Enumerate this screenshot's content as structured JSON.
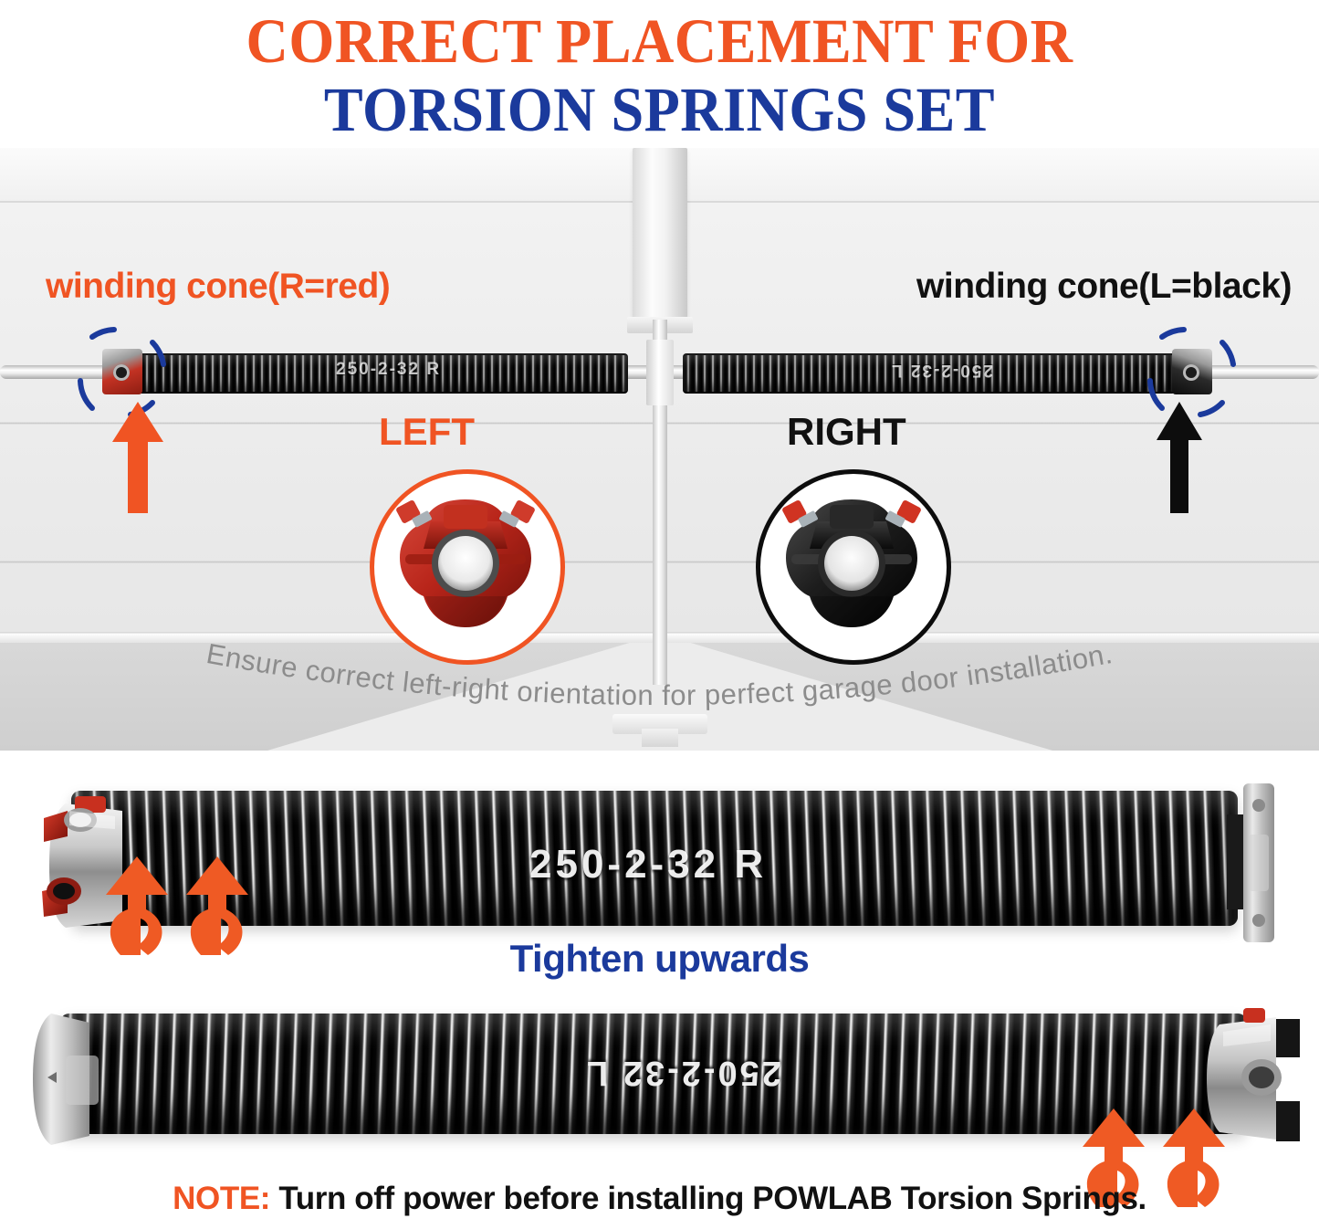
{
  "title": {
    "line1": "CORRECT PLACEMENT FOR",
    "line2": "TORSION SPRINGS SET",
    "color_line1": "#f05423",
    "color_line2": "#1b3a9c"
  },
  "scene": {
    "label_cone_left": "winding cone(R=red)",
    "label_cone_right": "winding cone(L=black)",
    "label_side_left": "LEFT",
    "label_side_right": "RIGHT",
    "spring_marking_left": "250-2-32 R",
    "spring_marking_right": "250-2-32 L",
    "curved_caption": "Ensure correct left-right orientation for perfect garage door installation.",
    "highlight_color": "#1b3a9c",
    "arrow_left_color": "#f05423",
    "arrow_right_color": "#0d0d0d",
    "inset_left_border": "#f05423",
    "inset_right_border": "#0d0d0d",
    "inset_left_cone_color": "#b82a1d",
    "inset_right_cone_color": "#1c1c1c"
  },
  "product": {
    "top_spring_marking": "250-2-32 R",
    "bottom_spring_marking": "250-2-32 L",
    "tighten_label": "Tighten upwards",
    "tighten_color": "#1b3a9c",
    "arrow_color": "#ef5a24"
  },
  "note": {
    "keyword": "NOTE:",
    "text": "Turn off power before installing POWLAB Torsion Springs.",
    "keyword_color": "#f05423"
  }
}
